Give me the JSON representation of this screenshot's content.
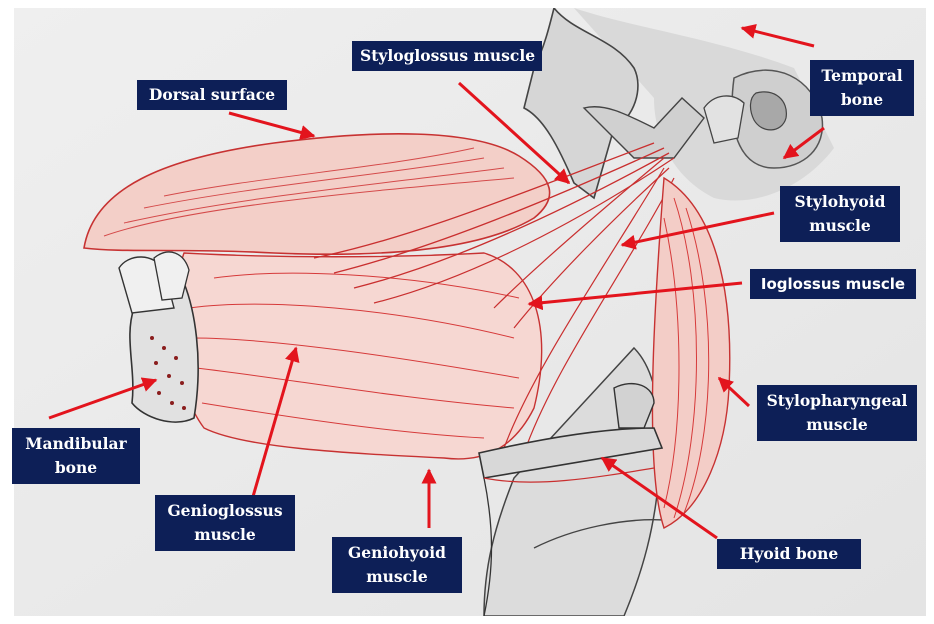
{
  "labels": {
    "dorsal_surface": "Dorsal surface",
    "styloglossus": "Styloglossus muscle",
    "temporal_bone_1": "Temporal",
    "temporal_bone_2": "bone",
    "stylohyoid_1": "Stylohyoid",
    "stylohyoid_2": "muscle",
    "ioglossus": "Ioglossus muscle",
    "mandibular_1": "Mandibular",
    "mandibular_2": "bone",
    "stylopharyngeal_1": "Stylopharyngeal",
    "stylopharyngeal_2": "muscle",
    "genioglossus_1": "Genioglossus",
    "genioglossus_2": "muscle",
    "geniohyoid_1": "Geniohyoid",
    "geniohyoid_2": "muscle",
    "hyoid": "Hyoid bone"
  },
  "colors": {
    "label_bg": "#0d1f57",
    "label_text": "#ffffff",
    "arrow": "#e3141d",
    "muscle": "#d63a3a",
    "muscle_fill": "#f6d7d2",
    "bone_shade": "#b9b9b9",
    "paper": "#ececec"
  }
}
